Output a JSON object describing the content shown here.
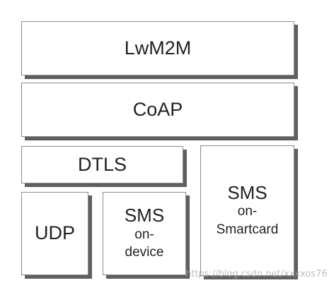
{
  "stack": {
    "lwm2m": "LwM2M",
    "coap": "CoAP",
    "dtls": "DTLS",
    "udp": "UDP",
    "sms_on_device": [
      "SMS",
      "on-",
      "device"
    ],
    "sms_on_smartcard": [
      "SMS",
      "on-",
      "Smartcard"
    ]
  },
  "watermark": "https://blog.csdn.net/xxxxos76"
}
